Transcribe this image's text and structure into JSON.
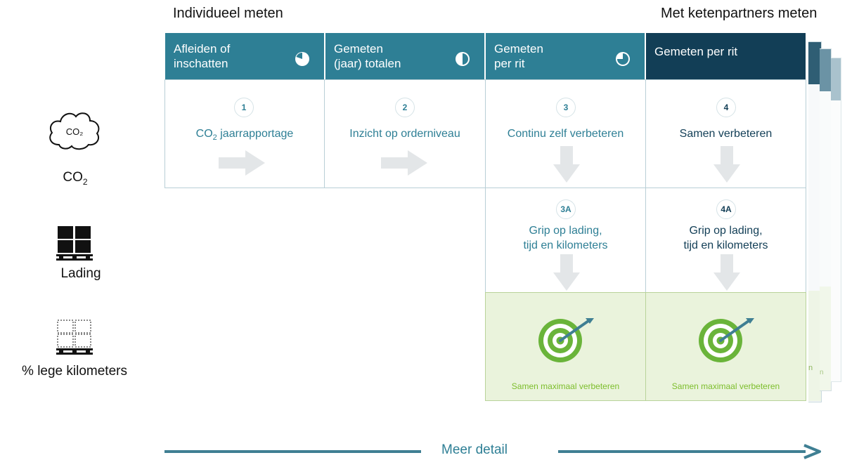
{
  "top_labels": {
    "left": "Individueel meten",
    "right": "Met ketenpartners meten"
  },
  "headers": [
    {
      "line1": "Afleiden of",
      "line2": "inschatten",
      "color": "#2e7f95"
    },
    {
      "line1": "Gemeten",
      "line2": "(jaar) totalen",
      "color": "#2e7f95"
    },
    {
      "line1": "Gemeten",
      "line2": "per rit",
      "color": "#2e7f95"
    },
    {
      "line1": "Gemeten per rit",
      "line2": "",
      "color": "#123e56"
    }
  ],
  "row1": [
    {
      "badge": "1",
      "text_pre": "CO",
      "text_sub": "2",
      "text_post": " jaarrapportage"
    },
    {
      "badge": "2",
      "text": "Inzicht op orderniveau"
    },
    {
      "badge": "3",
      "text": "Continu zelf verbeteren"
    },
    {
      "badge": "4",
      "text": "Samen verbeteren"
    }
  ],
  "row2": [
    {
      "badge": "3A",
      "line1": "Grip op lading,",
      "line2": "tijd en kilometers"
    },
    {
      "badge": "4A",
      "line1": "Grip op lading,",
      "line2": "tijd en kilometers"
    }
  ],
  "row3": [
    {
      "text": "Samen maximaal verbeteren"
    },
    {
      "text": "Samen maximaal verbeteren"
    }
  ],
  "side": {
    "cloud_text": "CO₂",
    "co2_label_main": "CO",
    "co2_label_sub": "2",
    "lading_label": "Lading",
    "empty_label": "% lege kilometers"
  },
  "stack_fragment": "n",
  "bottom": {
    "label": "Meer detail"
  },
  "colors": {
    "teal": "#2e7f95",
    "dark": "#123e56",
    "arrow": "#e3e6e8",
    "green_bg": "#eaf3dc",
    "green": "#7dbe2c",
    "bottom_arrow": "#3f7f93"
  }
}
